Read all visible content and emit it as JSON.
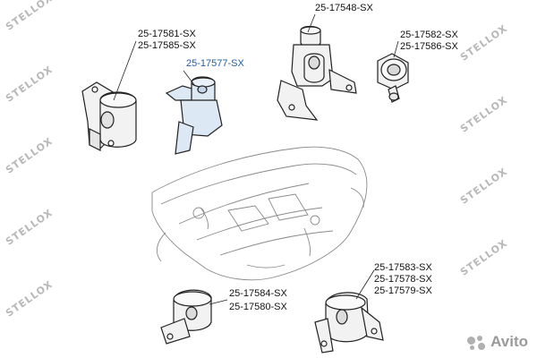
{
  "labels": {
    "part_1": "25-17581-SX",
    "part_2": "25-17585-SX",
    "part_3": "25-17577-SX",
    "part_4": "25-17548-SX",
    "part_5": "25-17582-SX",
    "part_6": "25-17586-SX",
    "part_7": "25-17583-SX",
    "part_8": "25-17578-SX",
    "part_9": "25-17579-SX",
    "part_10": "25-17584-SX",
    "part_11": "25-17580-SX"
  },
  "watermark": {
    "text": "STELLOX"
  },
  "brand": {
    "name": "Avito"
  },
  "colors": {
    "highlight_label": "#1f5fa8",
    "highlight_part": "#dde8f5",
    "part_fill": "#f2f2f2",
    "line": "#222222",
    "watermark": "#b8b8b8"
  }
}
